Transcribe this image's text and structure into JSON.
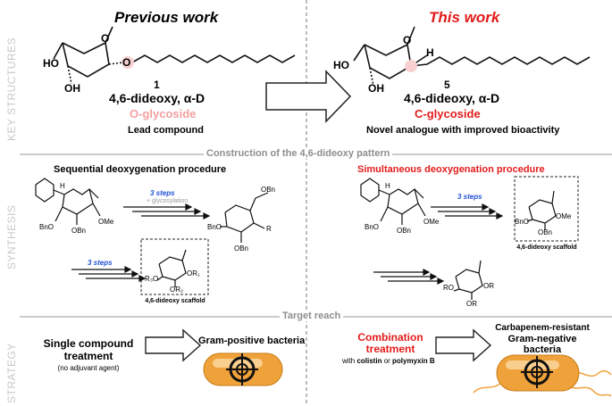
{
  "side_labels": {
    "key": "KEY STRUCTURES",
    "synthesis": "SYNTHESIS",
    "strategy": "STRATEGY"
  },
  "previous": {
    "title": "Previous work",
    "compound_num": "1",
    "name_line1": "4,6-dideoxy, α-D",
    "name_line2": "O-glycoside",
    "desc": "Lead compound",
    "atoms": {
      "ho4": "HO",
      "ho3": "OH",
      "o_ring": "O",
      "o_link": "O"
    }
  },
  "this": {
    "title": "This work",
    "compound_num": "5",
    "name_line1": "4,6-dideoxy, α-D",
    "name_line2": "C-glycoside",
    "desc": "Novel analogue with improved bioactivity",
    "atoms": {
      "ho4": "HO",
      "ho3": "OH",
      "o_ring": "O",
      "h": "H"
    }
  },
  "separators": {
    "construction": "Construction of the 4,6-dideoxy pattern",
    "target": "Target reach"
  },
  "sequential": {
    "title": "Sequential deoxygenation procedure",
    "steps1": "3 steps",
    "glyco": "+ glycosylation",
    "steps2": "3 steps",
    "scaffold_caption": "4,6-dideoxy scaffold",
    "labels": {
      "bno": "BnO",
      "obn": "OBn",
      "ome": "OMe",
      "o": "O",
      "h": "H",
      "obn_top": "OBn",
      "r": "R",
      "ro": "R",
      "r3o": "R₃O",
      "or2": "OR₂",
      "or1": "OR₁"
    }
  },
  "simultaneous": {
    "title": "Simultaneous deoxygenation procedure",
    "steps": "3 steps",
    "scaffold_caption": "4,6-dideoxy scaffold",
    "labels": {
      "bno": "BnO",
      "obn": "OBn",
      "ome": "OMe",
      "o": "O",
      "h": "H",
      "ro": "RO",
      "or": "OR"
    }
  },
  "strategy_left": {
    "line1": "Single compound",
    "line2": "treatment",
    "note": "(no adjuvant agent)",
    "target": "Gram-positive bacteria"
  },
  "strategy_right": {
    "line1": "Combination",
    "line2": "treatment",
    "note_pre": "with ",
    "drug1": "colistin",
    "note_mid": " or ",
    "drug2": "polymyxin B",
    "target1": "Carbapenem-resistant",
    "target2": "Gram-negative bacteria"
  },
  "colors": {
    "accent_red": "#e31b1b",
    "accent_blue": "#1f4fd6",
    "highlight_pink": "#f2a0a0",
    "bacteria_orange": "#f0a23a"
  }
}
